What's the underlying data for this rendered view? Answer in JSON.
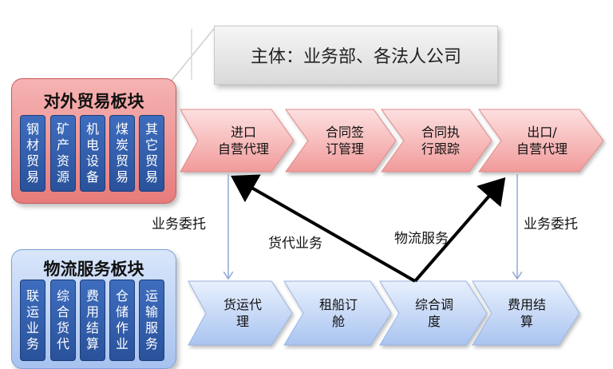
{
  "subject": "主体：业务部、各法人公司",
  "trade_panel": {
    "title": "对外贸易板块",
    "items": [
      "钢材贸易",
      "矿产资源",
      "机电设备",
      "煤炭贸易",
      "其它贸易"
    ]
  },
  "logistics_panel": {
    "title": "物流服务板块",
    "items": [
      "联运业务",
      "综合货代",
      "费用结算",
      "仓储作业",
      "运输服务"
    ]
  },
  "trade_flow": [
    {
      "line1": "进口",
      "line2": "自营代理"
    },
    {
      "line1": "合同签",
      "line2": "订管理"
    },
    {
      "line1": "合同执",
      "line2": "行跟踪"
    },
    {
      "line1": "出口/",
      "line2": "自营代理"
    }
  ],
  "logistics_flow": [
    {
      "line1": "货运代",
      "line2": "理"
    },
    {
      "line1": "租船订",
      "line2": "舱"
    },
    {
      "line1": "综合调",
      "line2": "度"
    },
    {
      "line1": "费用结",
      "line2": "算"
    }
  ],
  "labels": {
    "delegate_left": "业务委托",
    "freight_service": "货代业务",
    "logistics_service": "物流服务",
    "delegate_right": "业务委托"
  },
  "colors": {
    "trade_fill": "#f8c0c0",
    "logistics_fill": "#cfe0fb",
    "item_fill": "#2f5ea9",
    "arrow": "#000000",
    "connector": "#8fa8d6"
  }
}
